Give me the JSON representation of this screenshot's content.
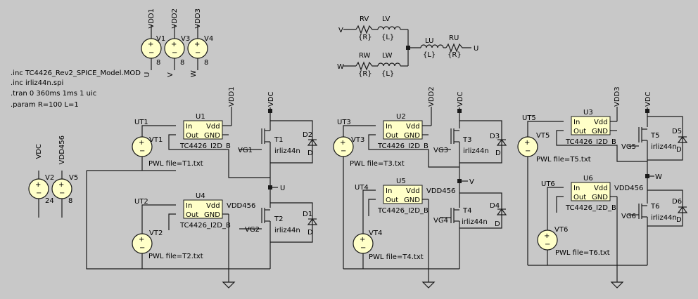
{
  "directives": [
    ".inc TC4426_Rev2_SPICE_Model.MOD",
    ".inc irliz44n.spi",
    ".tran 0 360ms 1ms 1 uic",
    ".param R=100 L=1"
  ],
  "supplies": [
    {
      "name": "V1",
      "net": "VDD1",
      "value": "8",
      "gnd": "U"
    },
    {
      "name": "V3",
      "net": "VDD2",
      "value": "8",
      "gnd": "V"
    },
    {
      "name": "V4",
      "net": "VDD3",
      "value": "8",
      "gnd": "W"
    },
    {
      "name": "V2",
      "net": "VDC",
      "value": "24"
    },
    {
      "name": "V5",
      "net": "VDD456",
      "value": "8"
    }
  ],
  "load": {
    "RV": "RV",
    "RV_val": "{R}",
    "LV": "LV",
    "LV_val": "{L}",
    "RW": "RW",
    "RW_val": "{R}",
    "LW": "LW",
    "LW_val": "{L}",
    "LU": "LU",
    "LU_val": "{L}",
    "RU": "RU",
    "RU_val": "{R}",
    "in_v": "V",
    "in_w": "W",
    "out_u": "U"
  },
  "drivers": [
    {
      "name": "U1",
      "model": "TC4426_I2D_B",
      "vdd": "VDD1"
    },
    {
      "name": "U4",
      "model": "TC4426_I2D_B",
      "vdd": "VDD456"
    },
    {
      "name": "U2",
      "model": "TC4426_I2D_B",
      "vdd": "VDD2"
    },
    {
      "name": "U5",
      "model": "TC4426_I2D_B",
      "vdd": "VDD456"
    },
    {
      "name": "U3",
      "model": "TC4426_I2D_B",
      "vdd": "VDD3"
    },
    {
      "name": "U6",
      "model": "TC4426_I2D_B",
      "vdd": "VDD456"
    }
  ],
  "chip_pins": {
    "in": "In",
    "vdd": "Vdd",
    "out": "Out",
    "gnd": "GND"
  },
  "transistors": [
    {
      "name": "T1",
      "model": "irliz44n",
      "gate": "VG1"
    },
    {
      "name": "T2",
      "model": "irliz44n",
      "gate": "VG2"
    },
    {
      "name": "T3",
      "model": "irliz44n",
      "gate": "VG3"
    },
    {
      "name": "T4",
      "model": "irliz44n",
      "gate": "VG4"
    },
    {
      "name": "T5",
      "model": "irliz44n",
      "gate": "VG5"
    },
    {
      "name": "T6",
      "model": "irliz44n",
      "gate": "VG6"
    }
  ],
  "diodes": [
    {
      "name": "D2",
      "model": "D"
    },
    {
      "name": "D1",
      "model": "D"
    },
    {
      "name": "D3",
      "model": "D"
    },
    {
      "name": "D4",
      "model": "D"
    },
    {
      "name": "D5",
      "model": "D"
    },
    {
      "name": "D6",
      "model": "D"
    }
  ],
  "pwm_sources": [
    {
      "name": "VT1",
      "net": "UT1",
      "value": "PWL file=T1.txt"
    },
    {
      "name": "VT2",
      "net": "UT2",
      "value": "PWL file=T2.txt"
    },
    {
      "name": "VT3",
      "net": "UT3",
      "value": "PWL file=T3.txt"
    },
    {
      "name": "VT4",
      "net": "UT4",
      "value": "PWL file=T4.txt"
    },
    {
      "name": "VT5",
      "net": "UT5",
      "value": "PWL file=T5.txt"
    },
    {
      "name": "VT6",
      "net": "UT6",
      "value": "PWL file=T6.txt"
    }
  ],
  "nets": {
    "vdc": "VDC",
    "u": "U",
    "v": "V",
    "w": "W"
  },
  "colors": {
    "background": "#c8c8c8",
    "component_fill": "#ffffc8",
    "wire": "#1a1a1a"
  }
}
